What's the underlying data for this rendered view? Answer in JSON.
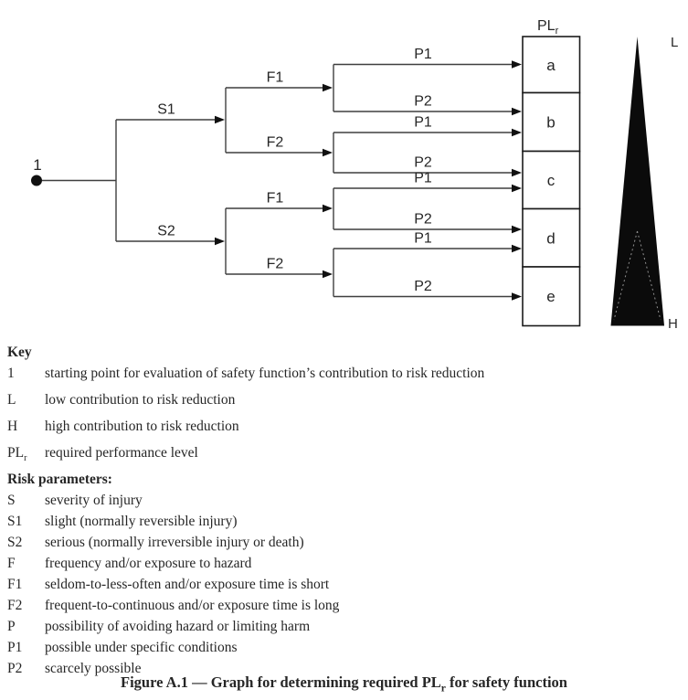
{
  "diagram": {
    "start_label": "1",
    "plr": {
      "main": "PL",
      "sub": "r"
    },
    "labels": {
      "s1": "S1",
      "s2": "S2",
      "f1": "F1",
      "f2": "F2",
      "p1": "P1",
      "p2": "P2"
    },
    "boxes": [
      "a",
      "b",
      "c",
      "d",
      "e"
    ],
    "triangle": {
      "top": "L",
      "bottom": "H"
    },
    "colors": {
      "line": "#3f3f3f",
      "text": "#262626",
      "triangle_fill": "#0b0b0b",
      "background": "#ffffff"
    }
  },
  "key": {
    "heading": "Key",
    "items": [
      {
        "term": "1",
        "sub": "",
        "definition": "starting point for evaluation of safety function’s contribution to risk reduction"
      },
      {
        "term": "L",
        "sub": "",
        "definition": "low contribution to risk reduction"
      },
      {
        "term": "H",
        "sub": "",
        "definition": "high contribution to risk reduction"
      },
      {
        "term": "PL",
        "sub": "r",
        "definition": "required performance level"
      }
    ],
    "subheading": "Risk parameters:",
    "params": [
      {
        "term": "S",
        "definition": "severity of injury"
      },
      {
        "term": "S1",
        "definition": "slight (normally reversible injury)"
      },
      {
        "term": "S2",
        "definition": "serious (normally irreversible injury or death)"
      },
      {
        "term": "F",
        "definition": "frequency and/or exposure to hazard"
      },
      {
        "term": "F1",
        "definition": "seldom-to-less-often and/or exposure time is short"
      },
      {
        "term": "F2",
        "definition": "frequent-to-continuous and/or exposure time is long"
      },
      {
        "term": "P",
        "definition": "possibility of avoiding hazard or limiting harm"
      },
      {
        "term": "P1",
        "definition": "possible under specific conditions"
      },
      {
        "term": "P2",
        "definition": "scarcely possible"
      }
    ]
  },
  "caption": {
    "prefix": "Figure A.1 — Graph for determining required PL",
    "sub": "r",
    "suffix": " for safety function"
  }
}
